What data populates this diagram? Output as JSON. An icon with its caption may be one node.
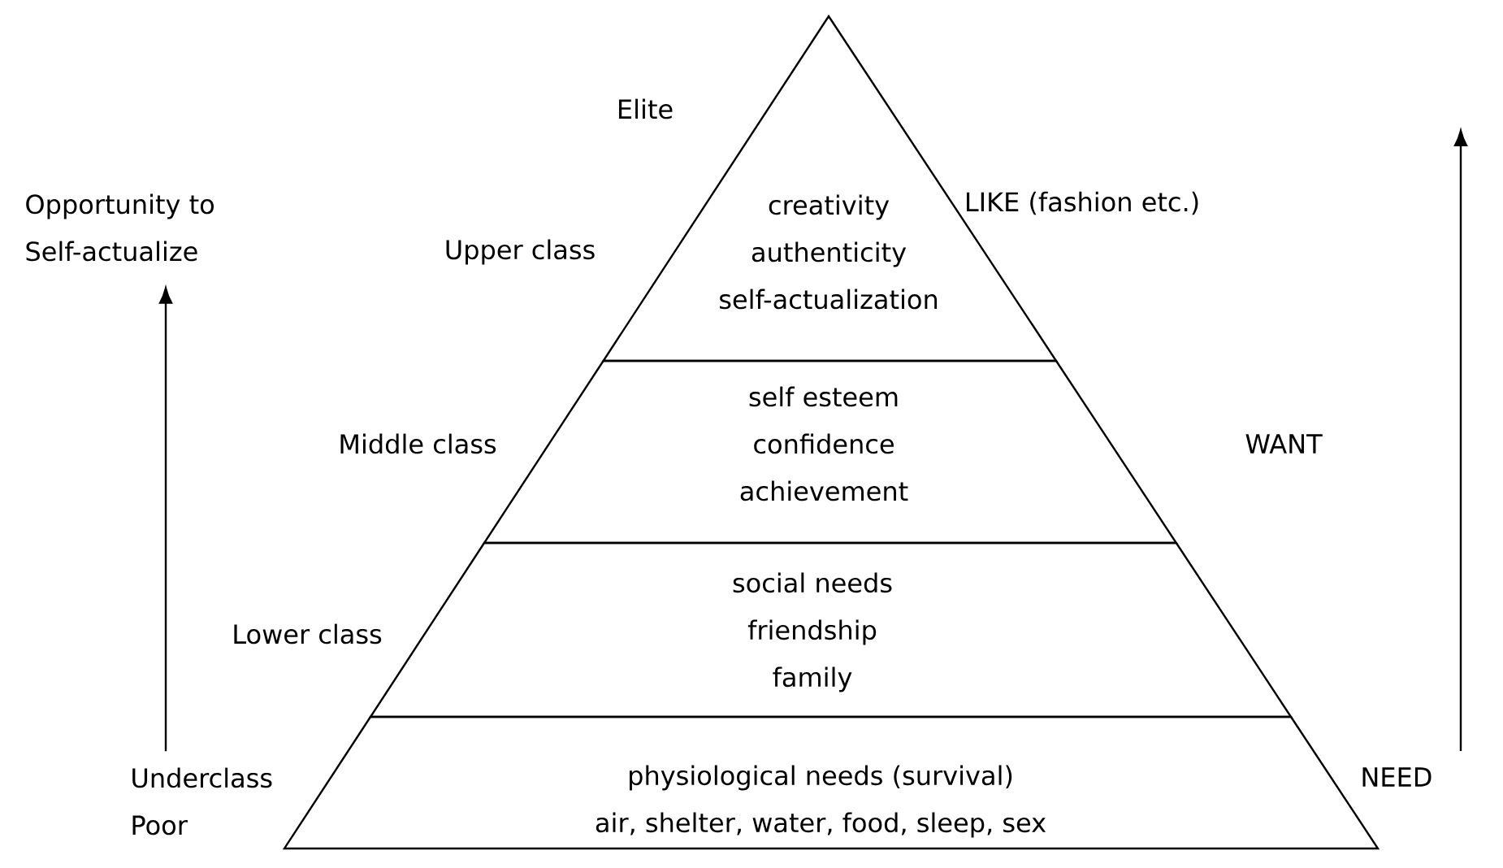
{
  "diagram": {
    "nodes": [
      {
        "text": [
          "creativity",
          "authenticity",
          "self-actualization"
        ]
      },
      {
        "text": [
          "self esteem",
          "confidence",
          "achievement"
        ]
      },
      {
        "text": [
          "social needs",
          "friendship",
          "family"
        ]
      },
      {
        "text": [
          "physiological needs (survival)",
          "air, shelter, water, food, sleep, sex"
        ]
      },
      {
        "text": [
          "Opportunity to Self-actualize"
        ]
      },
      {
        "text": [
          "Underclass",
          "Poor"
        ]
      },
      {
        "text": [
          "NEED"
        ]
      }
    ],
    "edges": [
      {
        "from": 5,
        "to": 4,
        "arrow": "to"
      },
      {
        "from": 6,
        "to": null,
        "arrow": "to"
      }
    ],
    "labels": [
      "Elite",
      "Upper class",
      "Middle class",
      "Lower class",
      "LIKE (fashion etc.)",
      "WANT"
    ]
  }
}
